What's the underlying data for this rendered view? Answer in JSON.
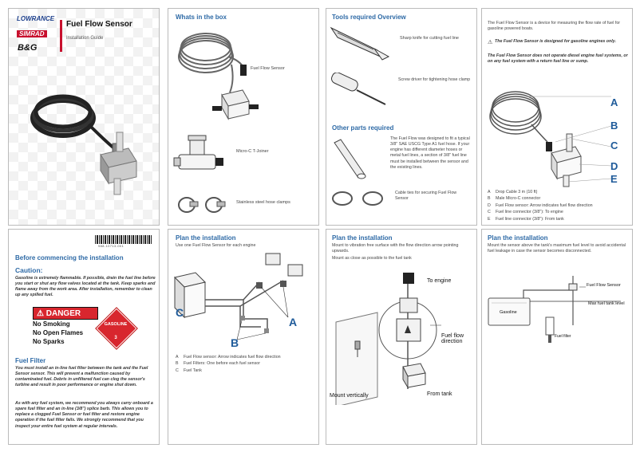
{
  "cover": {
    "brands": [
      "LOWRANCE",
      "SIMRAD",
      "B&G"
    ],
    "title": "Fuel Flow Sensor",
    "subtitle": "Installation Guide"
  },
  "box": {
    "heading": "Whats in the box",
    "items": [
      "Fuel Flow Sensor",
      "Micro-C T-Joiner",
      "Stainless steel hose clamps"
    ]
  },
  "tools": {
    "heading": "Tools required Overview",
    "items": [
      "Sharp knife for cutting fuel line",
      "Screw driver for tightening hose clamp"
    ],
    "other_heading": "Other parts required",
    "other_text": "The Fuel Flow was designed to fit a typical 3/8\" SAE USCG Type A1 fuel hose. If your engine has different diameter hoses or metal fuel lines, a section of 3/8\" fuel line must be installed between the sensor and the existing lines.",
    "ties": "Cable ties for securing Fuel Flow Sensor"
  },
  "intro": {
    "text": "The Fuel Flow Sensor is a device for measuring the flow rate of fuel for gasoline powered boats.",
    "warn1": "The Fuel Flow Sensor is designed for gasoline engines only.",
    "warn2": "The Fuel Flow Sensor does not operate diesel engine fuel systems, or on any fuel system with a return fuel line or sump.",
    "letters": [
      "A",
      "B",
      "C",
      "D",
      "E"
    ],
    "legend": [
      {
        "k": "A",
        "v": "Drop Cable 3 m (10 ft)"
      },
      {
        "k": "B",
        "v": "Male Micro-C connector"
      },
      {
        "k": "D",
        "v": "Fuel Flow sensor: Arrow indicates fuel flow direction"
      },
      {
        "k": "C",
        "v": "Fuel line connector (3/8\"): To engine"
      },
      {
        "k": "E",
        "v": "Fuel line connector (3/8\"): From tank"
      }
    ]
  },
  "safety": {
    "barcode": "988-10713-001",
    "heading": "Before commencing the installation",
    "caution_heading": "Caution:",
    "caution_text": "Gasoline is extremely flammable. If possible, drain the fuel line before you start or shut any flow valves located at the tank. Keep sparks and flame away from the work area. After installation, remember to clean up any spilled fuel.",
    "danger": "DANGER",
    "danger_lines": [
      "No Smoking",
      "No Open Flames",
      "No Sparks"
    ],
    "gas_label": "GASOLINE",
    "gas_num": "3",
    "filter_heading": "Fuel Filter",
    "filter_text1": "You must install an in-line fuel filter between the tank and the Fuel Sensor sensor. This will prevent a malfunction caused by contaminated fuel. Debris in unfiltered fuel can clog the sensor's turbine and result in poor performance or engine shut down.",
    "filter_text2": "As with any fuel system, we recommend you always carry onboard a spare fuel filter and an in-line (3/8\") splice barb. This allows you to replace a clogged Fuel Sensor or fuel filter and restore engine operation if the fuel filter fails. We strongly recommend that you inspect your entire fuel system at regular intervals."
  },
  "plan1": {
    "heading": "Plan the installation",
    "text": "Use one Fuel Flow Sensor for each engine",
    "letters": [
      "C",
      "A",
      "B"
    ],
    "legend": [
      {
        "k": "A",
        "v": "Fuel Flow sensor: Arrow indicates fuel flow direction"
      },
      {
        "k": "B",
        "v": "Fuel Filters: One before each fuel sensor"
      },
      {
        "k": "C",
        "v": "Fuel Tank"
      }
    ]
  },
  "plan2": {
    "heading": "Plan the installation",
    "text1": "Mount to vibration free surface with the flow direction arrow pointing upwards.",
    "text2": "Mount as close as possible to the fuel tank",
    "to_engine": "To engine",
    "flow_dir": "Fuel flow direction",
    "mount": "Mount vertically",
    "from_tank": "From tank"
  },
  "plan3": {
    "heading": "Plan the installation",
    "text": "Mount the sensor above the tank's maximum fuel level to avoid accidental fuel leakage in case the sensor becomes disconnected.",
    "sensor_lbl": "Fuel Flow Sensor",
    "max_lbl": "Max fuel tank level",
    "gas_lbl": "Gasoline",
    "filter_lbl": "Fuel filter"
  }
}
